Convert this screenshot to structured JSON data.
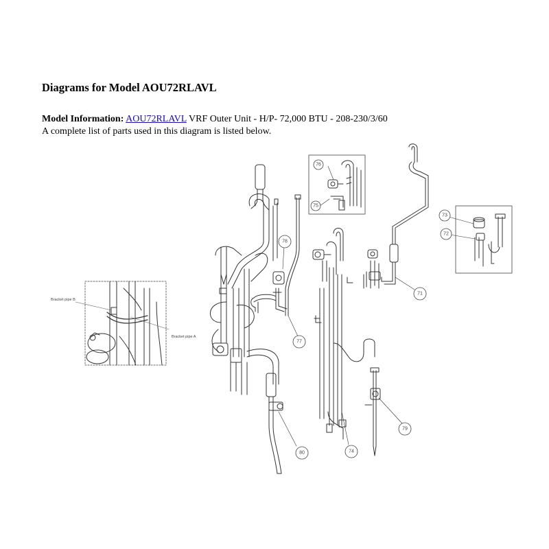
{
  "page": {
    "title": "Diagrams for Model AOU72RLAVL",
    "model_info_label": "Model Information:",
    "model_link": "AOU72RLAVL",
    "model_desc": "VRF Outer Unit - H/P- 72,000 BTU - 208-230/3/60",
    "parts_note": "A complete list of parts used in this diagram is listed below."
  },
  "diagram": {
    "callouts": [
      "71",
      "72",
      "73",
      "74",
      "75",
      "76",
      "77",
      "78",
      "79",
      "80"
    ],
    "inset_labels": {
      "bracket_pipe_b": "Bracket pipe B",
      "bracket_pipe_a": "Bracket pipe A"
    }
  }
}
